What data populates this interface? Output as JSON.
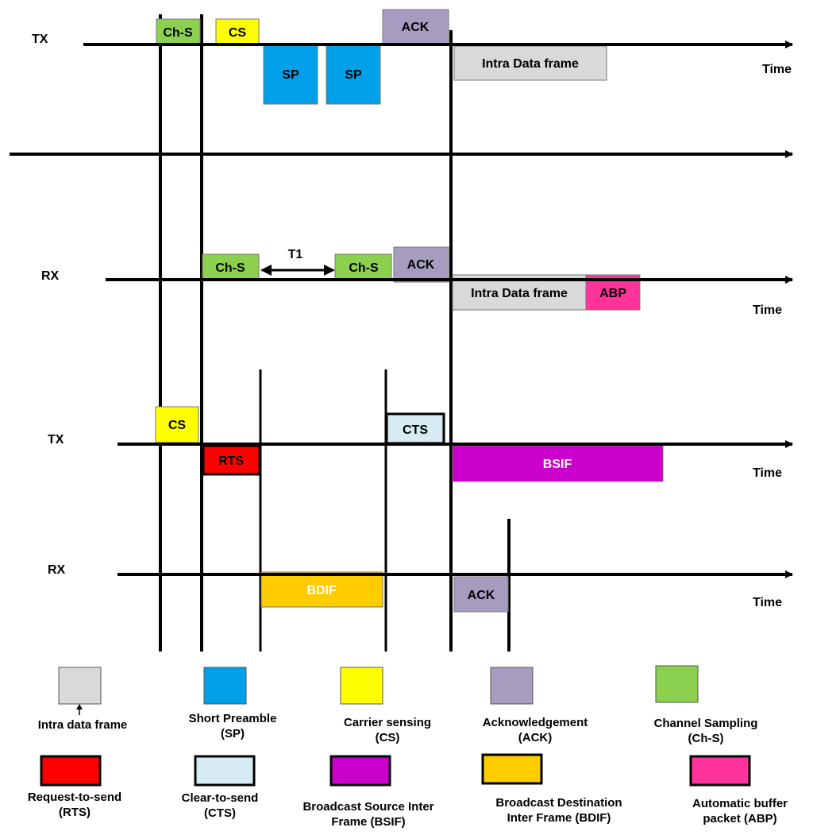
{
  "timelines": {
    "tx1": {
      "label": "TX",
      "time_label": "Time"
    },
    "blank": {},
    "rx1": {
      "label": "RX",
      "time_label": "Time"
    },
    "tx2": {
      "label": "TX",
      "time_label": "Time"
    },
    "rx2": {
      "label": "RX",
      "time_label": "Time"
    }
  },
  "frames": {
    "tx1_chs": "Ch-S",
    "tx1_cs": "CS",
    "tx1_sp1": "SP",
    "tx1_sp2": "SP",
    "tx1_ack": "ACK",
    "tx1_intra": "Intra Data frame",
    "rx1_chs1": "Ch-S",
    "rx1_t1": "T1",
    "rx1_chs2": "Ch-S",
    "rx1_ack": "ACK",
    "rx1_intra": "Intra Data frame",
    "rx1_abp": "ABP",
    "tx2_cs": "CS",
    "tx2_rts": "RTS",
    "tx2_cts": "CTS",
    "tx2_bsif": "BSIF",
    "rx2_bdif": "BDIF",
    "rx2_ack": "ACK"
  },
  "legend": {
    "intra": {
      "line1": "Intra data frame",
      "line2": "",
      "color": "#d9d9d9"
    },
    "sp": {
      "line1": "Short Preamble",
      "line2": "(SP)",
      "color": "#00a0e9"
    },
    "cs": {
      "line1": "Carrier sensing",
      "line2": "(CS)",
      "color": "#ffff00"
    },
    "ack": {
      "line1": "Acknowledgement",
      "line2": "(ACK)",
      "color": "#a69cc0"
    },
    "chs": {
      "line1": "Channel Sampling",
      "line2": "(Ch-S)",
      "color": "#8cd04f"
    },
    "rts": {
      "line1": "Request-to-send",
      "line2": "(RTS)",
      "color": "#ff0000"
    },
    "cts": {
      "line1": "Clear-to-send",
      "line2": "(CTS)",
      "color": "#d6ebf2"
    },
    "bsif": {
      "line1": "Broadcast Source Inter",
      "line2": "Frame (BSIF)",
      "color": "#cc00cc"
    },
    "bdif": {
      "line1": "Broadcast Destination",
      "line2": "Inter Frame (BDIF)",
      "color": "#ffcc00"
    },
    "abp": {
      "line1": "Automatic buffer",
      "line2": "packet (ABP)",
      "color": "#ff3399"
    }
  },
  "colors": {
    "intra": "#d9d9d9",
    "sp": "#00a0e9",
    "cs": "#ffff00",
    "ack": "#a69cc0",
    "chs": "#8cd04f",
    "rts": "#ff0000",
    "cts": "#d6ebf2",
    "bsif": "#cc00cc",
    "bdif": "#ffcc00",
    "abp": "#ff3399",
    "line": "#000000"
  }
}
